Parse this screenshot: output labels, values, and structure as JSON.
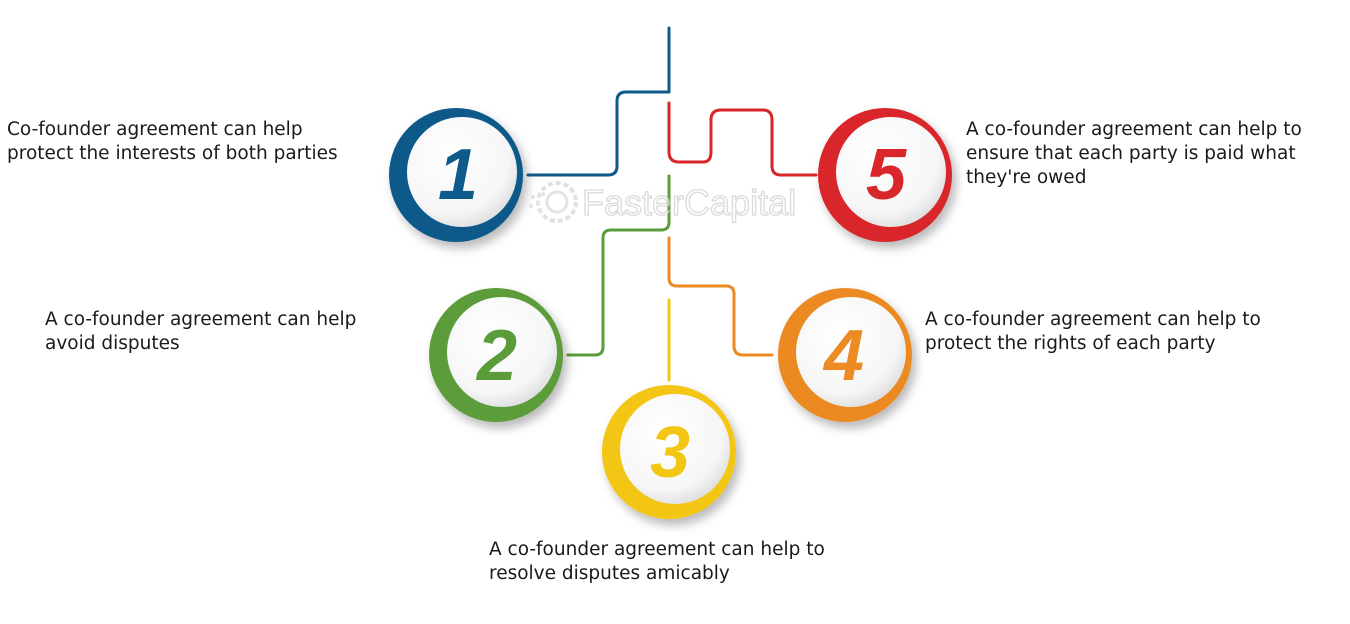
{
  "watermark": {
    "text": "FasterCapital"
  },
  "steps": [
    {
      "number": "1",
      "color": "#0e5a8a",
      "lines": [
        "Co-founder agreement can help",
        "protect the interests of both parties"
      ]
    },
    {
      "number": "2",
      "color": "#5b9c3a",
      "lines": [
        "A co-founder agreement can help",
        "avoid disputes"
      ]
    },
    {
      "number": "3",
      "color": "#f3c614",
      "lines": [
        "A co-founder agreement can help to",
        "resolve disputes amicably"
      ]
    },
    {
      "number": "4",
      "color": "#ec8a23",
      "lines": [
        "A co-founder agreement can help to",
        "protect the rights of each party"
      ]
    },
    {
      "number": "5",
      "color": "#d8262a",
      "lines": [
        "A co-founder agreement can help to",
        "ensure that each party is paid what",
        "they're owed"
      ]
    }
  ]
}
